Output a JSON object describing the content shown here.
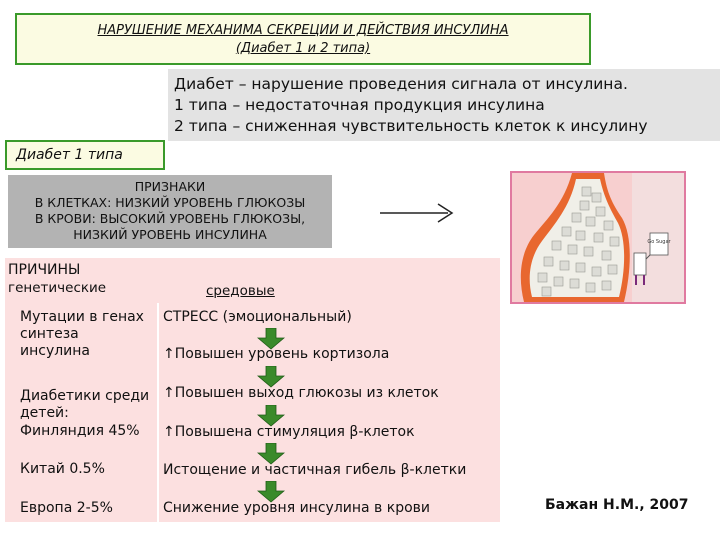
{
  "title": {
    "line1": "НАРУШЕНИЕ МЕХАНИМА СЕКРЕЦИИ И ДЕЙСТВИЯ ИНСУЛИНА",
    "line2": "(Диабет 1 и 2 типа)"
  },
  "definition": {
    "line1": "Диабет – нарушение проведения сигнала от инсулина.",
    "line2": "1 типа – недостаточная продукция инсулина",
    "line3": "2 типа – сниженная чувствительность клеток к инсулину"
  },
  "diabetes_type1_label": "Диабет 1 типа",
  "signs": {
    "heading": "ПРИЗНАКИ",
    "line1": "В КЛЕТКАХ: НИЗКИЙ УРОВЕНЬ ГЛЮКОЗЫ",
    "line2": "В КРОВИ: ВЫСОКИЙ УРОВЕНЬ ГЛЮКОЗЫ,",
    "line3": "НИЗКИЙ УРОВЕНЬ ИНСУЛИНА"
  },
  "causes": {
    "heading": "ПРИЧИНЫ",
    "genetic_label": "генетические",
    "env_label": "средовые"
  },
  "left_column": {
    "mutations_line1": "Мутации в генах",
    "mutations_line2": "синтеза",
    "mutations_line3": "инсулина",
    "children_line1": "Диабетики среди",
    "children_line2": "детей:",
    "finland": "Финляндия 45%",
    "china": "Китай 0.5%",
    "europe": "Европа 2-5%"
  },
  "right_column": {
    "stress": "СТРЕСС (эмоциональный)",
    "cortisol": "↑Повышен уровень кортизола",
    "glucose_out": "↑Повышен выход глюкозы из клеток",
    "beta_stim": "↑Повышена стимуляция β-клеток",
    "depletion": "Истощение и частичная гибель β-клетки",
    "insulin_drop": "Снижение уровня инсулина в крови"
  },
  "illustration": {
    "sign_text": "Go Sugar"
  },
  "author": "Бажан Н.М., 2007",
  "colors": {
    "title_border": "#3a9a2a",
    "title_bg": "#fbfbe2",
    "definition_bg": "#e3e3e3",
    "signs_bg": "#b3b3b3",
    "causes_bg": "#fce0e0",
    "arrow_fill": "#3a8a2a",
    "photo_border": "#e07aa0"
  }
}
